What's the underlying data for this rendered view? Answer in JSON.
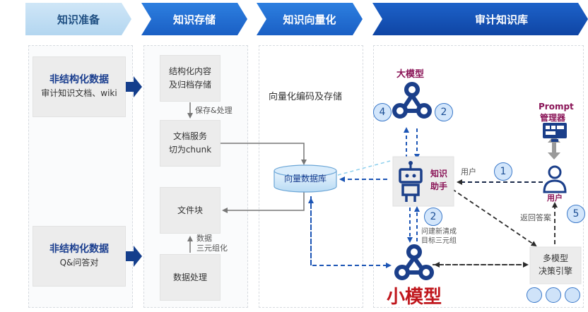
{
  "stages": [
    "知识准备",
    "知识存储",
    "知识向量化",
    "审计知识库"
  ],
  "prep": {
    "top_title": "非结构化数据",
    "top_sub": "审计知识文档、wiki",
    "bottom_title": "非结构化数据",
    "bottom_sub": "Q&问答对"
  },
  "storage": {
    "box1_l1": "结构化内容",
    "box1_l2": "及归档存储",
    "arrow1_label": "保存&处理",
    "box2_l1": "文档服务",
    "box2_l2": "切为chunk",
    "box3": "文件块",
    "arrow2_l1": "数据",
    "arrow2_l2": "三元组化",
    "box4": "数据处理"
  },
  "vector": {
    "heading": "向量化编码及存储",
    "db_label": "向量数据库"
  },
  "kb": {
    "big_model": "大模型",
    "assistant_l1": "知识",
    "assistant_l2": "助手",
    "prompt_l1": "Prompt",
    "prompt_l2": "管理器",
    "user_label": "用户",
    "edge_user": "用户",
    "edge_return": "返回答案",
    "edge_small_l1": "问建新清成",
    "edge_small_l2": "目标三元组",
    "multi_l1": "多模型",
    "multi_l2": "决策引擎",
    "small_model": "小模型",
    "badges": [
      "4",
      "2",
      "1",
      "2",
      "5"
    ]
  },
  "colors": {
    "dark_blue": "#0f45a4",
    "accent": "#2d7fe0",
    "magenta": "#8a1457",
    "small_model_red": "#c0171d"
  }
}
